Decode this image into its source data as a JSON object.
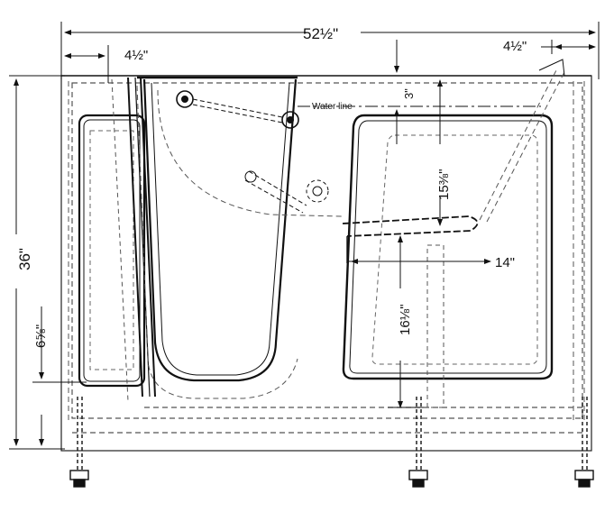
{
  "drawing": {
    "dimensions": {
      "overall_width": "52½\"",
      "left_offset": "4½\"",
      "right_offset": "4½\"",
      "overall_height": "36\"",
      "step_height": "6⅝\"",
      "water_line_depth": "3\"",
      "seat_back_height": "15⅜\"",
      "seat_depth": "14\"",
      "seat_height": "16⅛\""
    },
    "labels": {
      "water_line": "Water line"
    }
  }
}
